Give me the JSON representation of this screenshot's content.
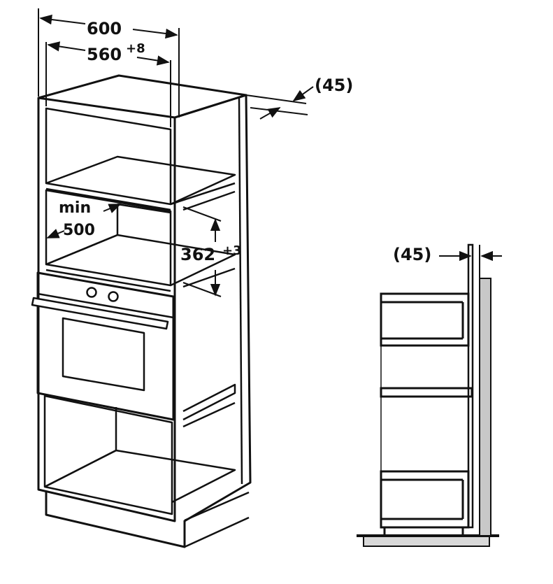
{
  "labels": {
    "total_width": "600",
    "niche_width": "560",
    "niche_width_tol": "+8",
    "rear_gap_top": "(45)",
    "min_label": "min",
    "min_depth": "500",
    "niche_height": "362",
    "niche_height_tol": "+3",
    "rear_gap_side": "(45)"
  },
  "colors": {
    "line": "#111111",
    "wall": "#c8c8c8",
    "floor": "#d9d9d9",
    "background": "#ffffff"
  }
}
